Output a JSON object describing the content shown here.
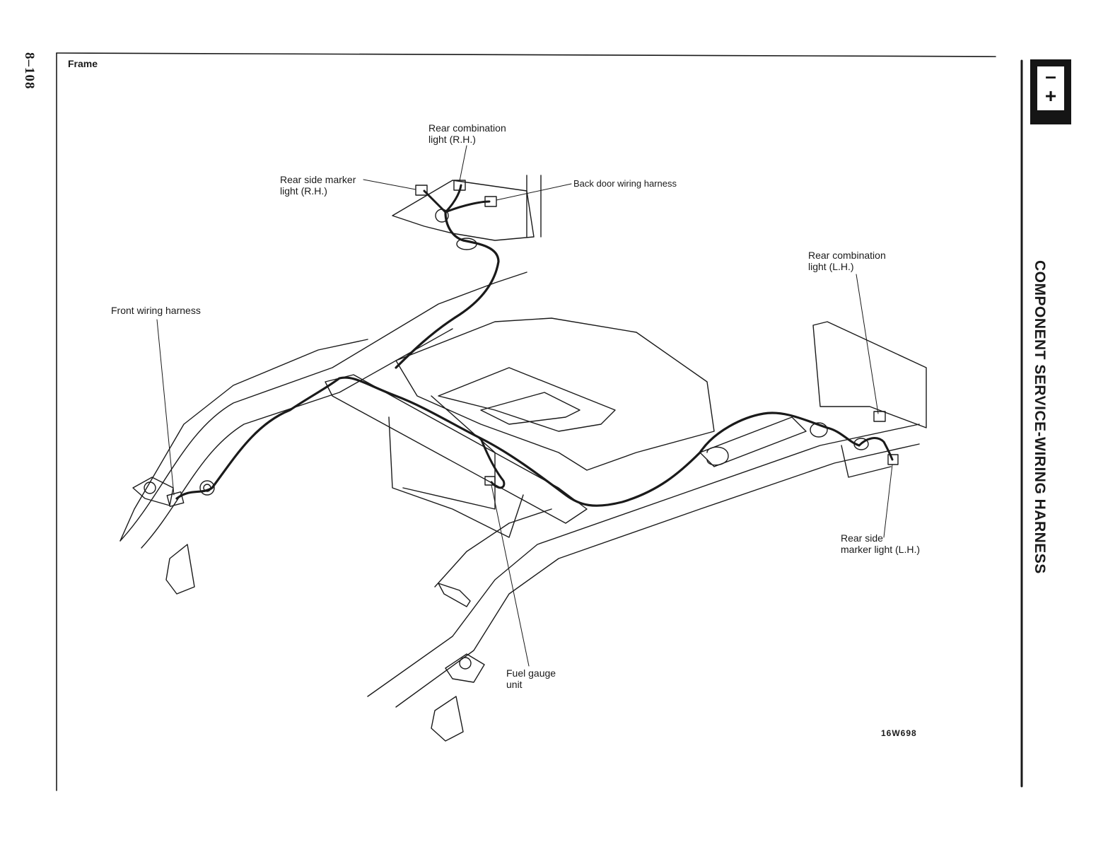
{
  "page": {
    "number": "8–108",
    "side_title": "COMPONENT SERVICE-WIRING HARNESS",
    "tab_symbols": [
      "–",
      "+"
    ],
    "figure_label": "Frame",
    "figure_code": "16W698"
  },
  "callouts": {
    "rear_combination_rh": "Rear combination\nlight (R.H.)",
    "rear_side_marker_rh": "Rear side marker\nlight (R.H.)",
    "back_door_harness": "Back door wiring harness",
    "rear_combination_lh": "Rear combination\nlight (L.H.)",
    "front_wiring_harness": "Front wiring harness",
    "rear_side_marker_lh": "Rear side\nmarker light (L.H.)",
    "fuel_gauge_unit": "Fuel gauge\nunit"
  },
  "colors": {
    "ink": "#1a1a1a",
    "paper": "#ffffff"
  }
}
